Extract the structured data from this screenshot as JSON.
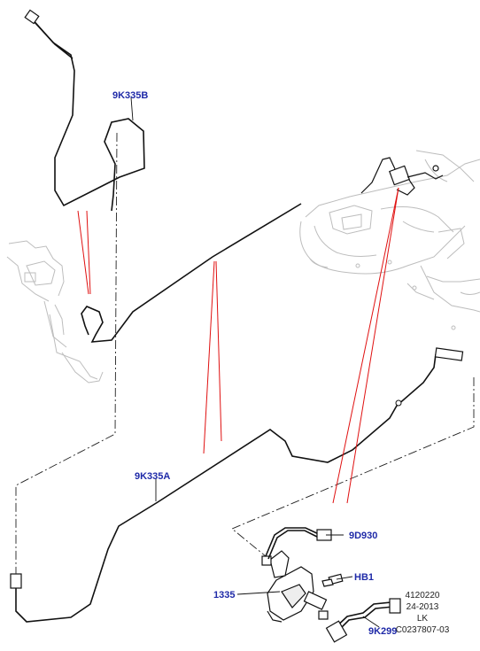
{
  "callouts": {
    "c1": "9K335B",
    "c2": "9K335A",
    "c3": "9D930",
    "c4": "HB1",
    "c5": "1335",
    "c6": "9K299"
  },
  "meta": {
    "line1": "4120220",
    "line2": "24-2013",
    "line3": "LK",
    "line4": "C0237807-03"
  },
  "colors": {
    "callout": "#1f2aa8",
    "leader_red": "#e01010",
    "line": "#111111",
    "hidden_part": "#bfbfbf"
  }
}
